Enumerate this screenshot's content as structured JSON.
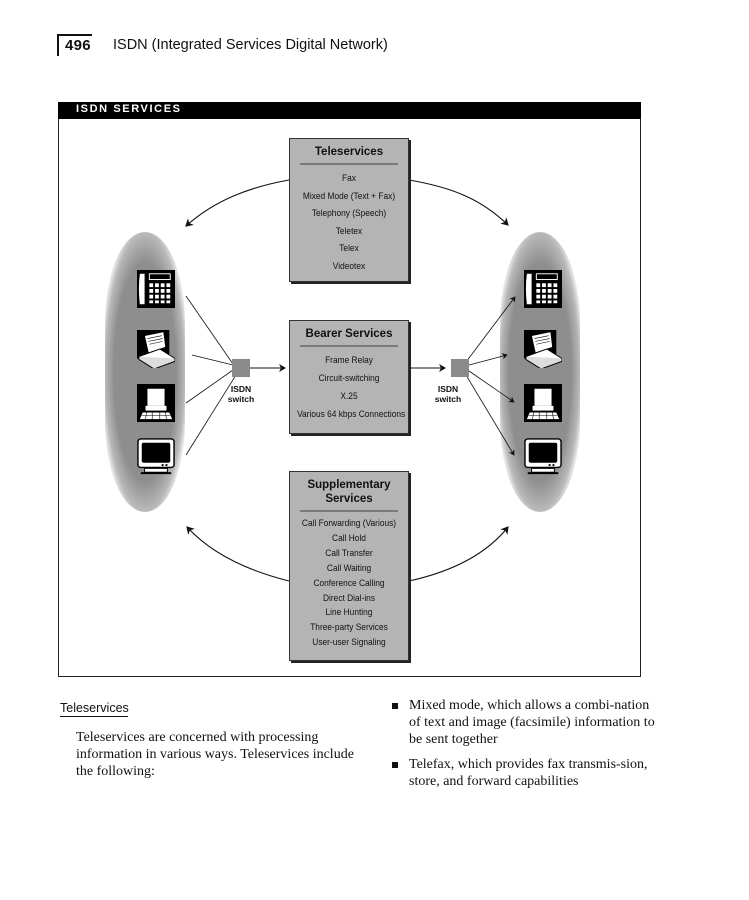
{
  "running_head": {
    "page_number": "496",
    "chapter_title": "ISDN (Integrated Services Digital Network)"
  },
  "figure": {
    "title": "ISDN SERVICES",
    "colors": {
      "box_fill": "#b4b4b4",
      "cloud": "#8e8e8e",
      "switch": "#8a8a8a",
      "title_bar": "#000000"
    },
    "teleservices": {
      "heading": "Teleservices",
      "items": [
        "Fax",
        "Mixed Mode (Text + Fax)",
        "Telephony (Speech)",
        "Teletex",
        "Telex",
        "Videotex"
      ]
    },
    "bearer_services": {
      "heading": "Bearer Services",
      "items": [
        "Frame Relay",
        "Circuit-switching",
        "X.25",
        "Various 64 kbps Connections"
      ]
    },
    "supplementary_services": {
      "heading_line1": "Supplementary",
      "heading_line2": "Services",
      "items": [
        "Call Forwarding (Various)",
        "Call Hold",
        "Call Transfer",
        "Call Waiting",
        "Conference Calling",
        "Direct Dial-ins",
        "Line Hunting",
        "Three-party Services",
        "User-user Signaling"
      ]
    },
    "left_switch": {
      "line1": "ISDN",
      "line2": "switch"
    },
    "right_switch": {
      "line1": "ISDN",
      "line2": "switch"
    },
    "devices": [
      "telephone-icon",
      "fax-machine-icon",
      "computer-icon",
      "monitor-icon"
    ]
  },
  "text": {
    "section_heading": "Teleservices",
    "paragraph": "Teleservices are concerned with processing information in various ways. Teleservices include the following:",
    "bullets": [
      "Mixed mode, which allows a combi-nation of text and image (facsimile) information to be sent together",
      "Telefax, which provides fax transmis-sion, store, and forward capabilities"
    ]
  }
}
